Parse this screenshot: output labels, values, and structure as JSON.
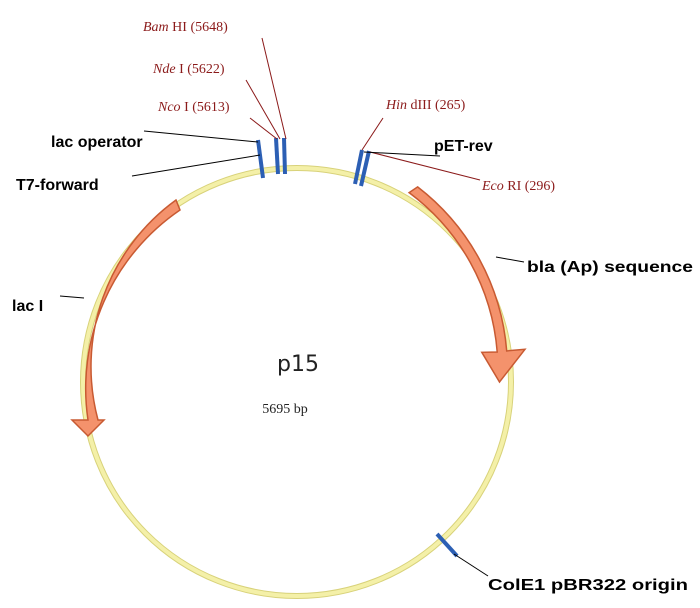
{
  "plasmid": {
    "name": "p15",
    "size_label": "5695 bp",
    "total_bp": 5695
  },
  "colors": {
    "backbone": "#f4f0a8",
    "backbone_edge": "#d8d27a",
    "feature": "#f4926c",
    "feature_edge": "#c85a32",
    "marker": "#2c5fb4",
    "site_text": "#8b1a1a"
  },
  "sites": [
    {
      "id": "bamhi",
      "enzyme": "Bam",
      "suffix": " HI",
      "position_label": "(5648)"
    },
    {
      "id": "ndei",
      "enzyme": "Nde",
      "suffix": " I",
      "position_label": "(5622)"
    },
    {
      "id": "ncoi",
      "enzyme": "Nco",
      "suffix": " I",
      "position_label": "(5613)"
    },
    {
      "id": "hindiii",
      "enzyme": "Hin",
      "suffix": " dIII",
      "position_label": "(265)"
    },
    {
      "id": "ecori",
      "enzyme": "Eco",
      "suffix": " RI",
      "position_label": "(296)"
    }
  ],
  "labels": {
    "lac_operator": "lac operator",
    "t7_forward": "T7-forward",
    "pet_rev": "pET-rev",
    "bla": "bla (Ap) sequence",
    "laci": "lac I",
    "cole1": "ColE1 pBR322 origin"
  }
}
